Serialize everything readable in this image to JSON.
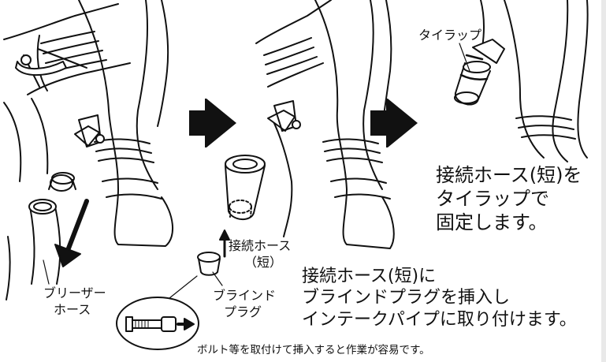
{
  "panel1": {
    "breather_hose_line1": "ブリーザー",
    "breather_hose_line2": "ホース",
    "connecting_hose_line1": "接続ホース",
    "connecting_hose_line2": "（短）",
    "blind_plug_line1": "ブラインド",
    "blind_plug_line2": "プラグ"
  },
  "panel3": {
    "tie_wrap_label": "タイラップ",
    "instruction_line1": "接続ホース(短)を",
    "instruction_line2": "タイラップで",
    "instruction_line3": "固定します。"
  },
  "instruction2": {
    "line1": "接続ホース(短)に",
    "line2": "ブラインドプラグを挿入し",
    "line3": "インテークパイプに取り付けます。"
  },
  "tip_text": "ボルト等を取付けて挿入すると作業が容易です。"
}
